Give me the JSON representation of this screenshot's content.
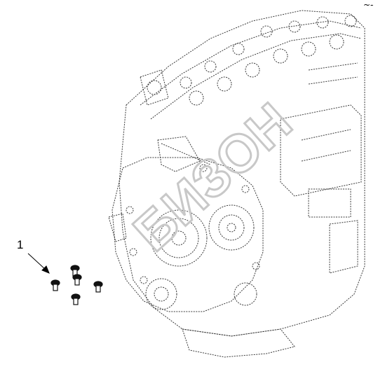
{
  "diagram": {
    "callout_label": "1",
    "corner_mark": "~-",
    "watermark_text": "БИЗОН",
    "parts": [
      {
        "id": "1",
        "name": "bolt",
        "count": 5
      }
    ],
    "colors": {
      "line": "#3a3a3a",
      "bolt": "#111111",
      "watermark": "#cfcfcf",
      "background": "#ffffff"
    }
  }
}
